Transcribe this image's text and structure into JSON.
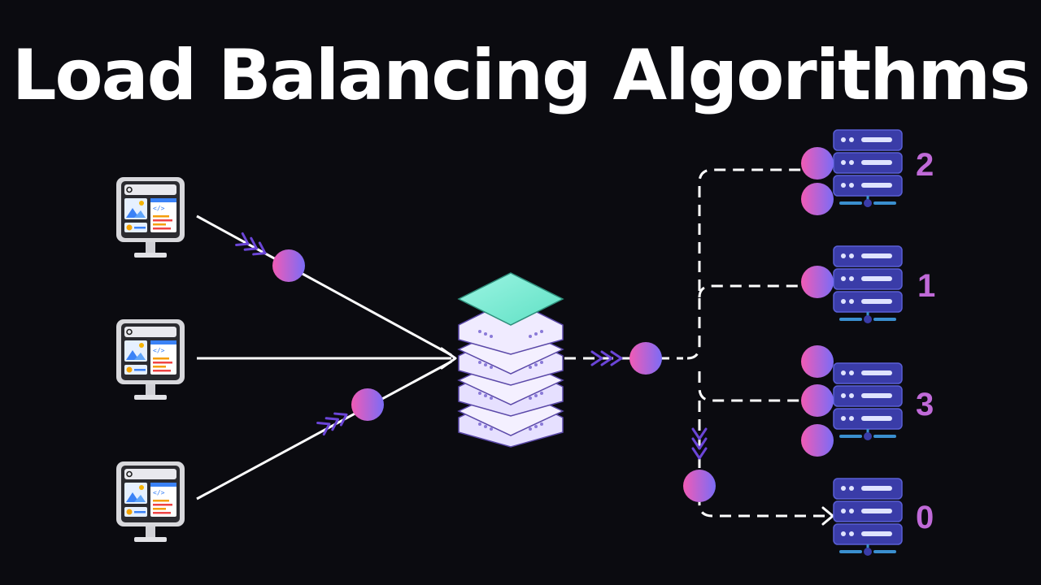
{
  "title": "Load Balancing Algorithms",
  "servers": [
    {
      "id": "server-a",
      "count_label": "2",
      "requests": 2
    },
    {
      "id": "server-b",
      "count_label": "1",
      "requests": 1
    },
    {
      "id": "server-c",
      "count_label": "3",
      "requests": 3
    },
    {
      "id": "server-d",
      "count_label": "0",
      "requests": 0
    }
  ],
  "colors": {
    "background": "#0b0b10",
    "line": "#ffffff",
    "count_label": "#c06ad8",
    "packet_gradient": [
      "#f15bb5",
      "#7b6cf6"
    ],
    "server_rack": "#3a3ca8",
    "load_balancer_top": "#7ef0d6",
    "load_balancer_layers": "#ece6ff",
    "chevrons": "#6b45d8"
  },
  "icons": {
    "clients": "desktop-browser-icon",
    "load_balancer": "stacked-server-icon",
    "servers": "server-rack-icon",
    "packets": "request-packet-dot"
  }
}
